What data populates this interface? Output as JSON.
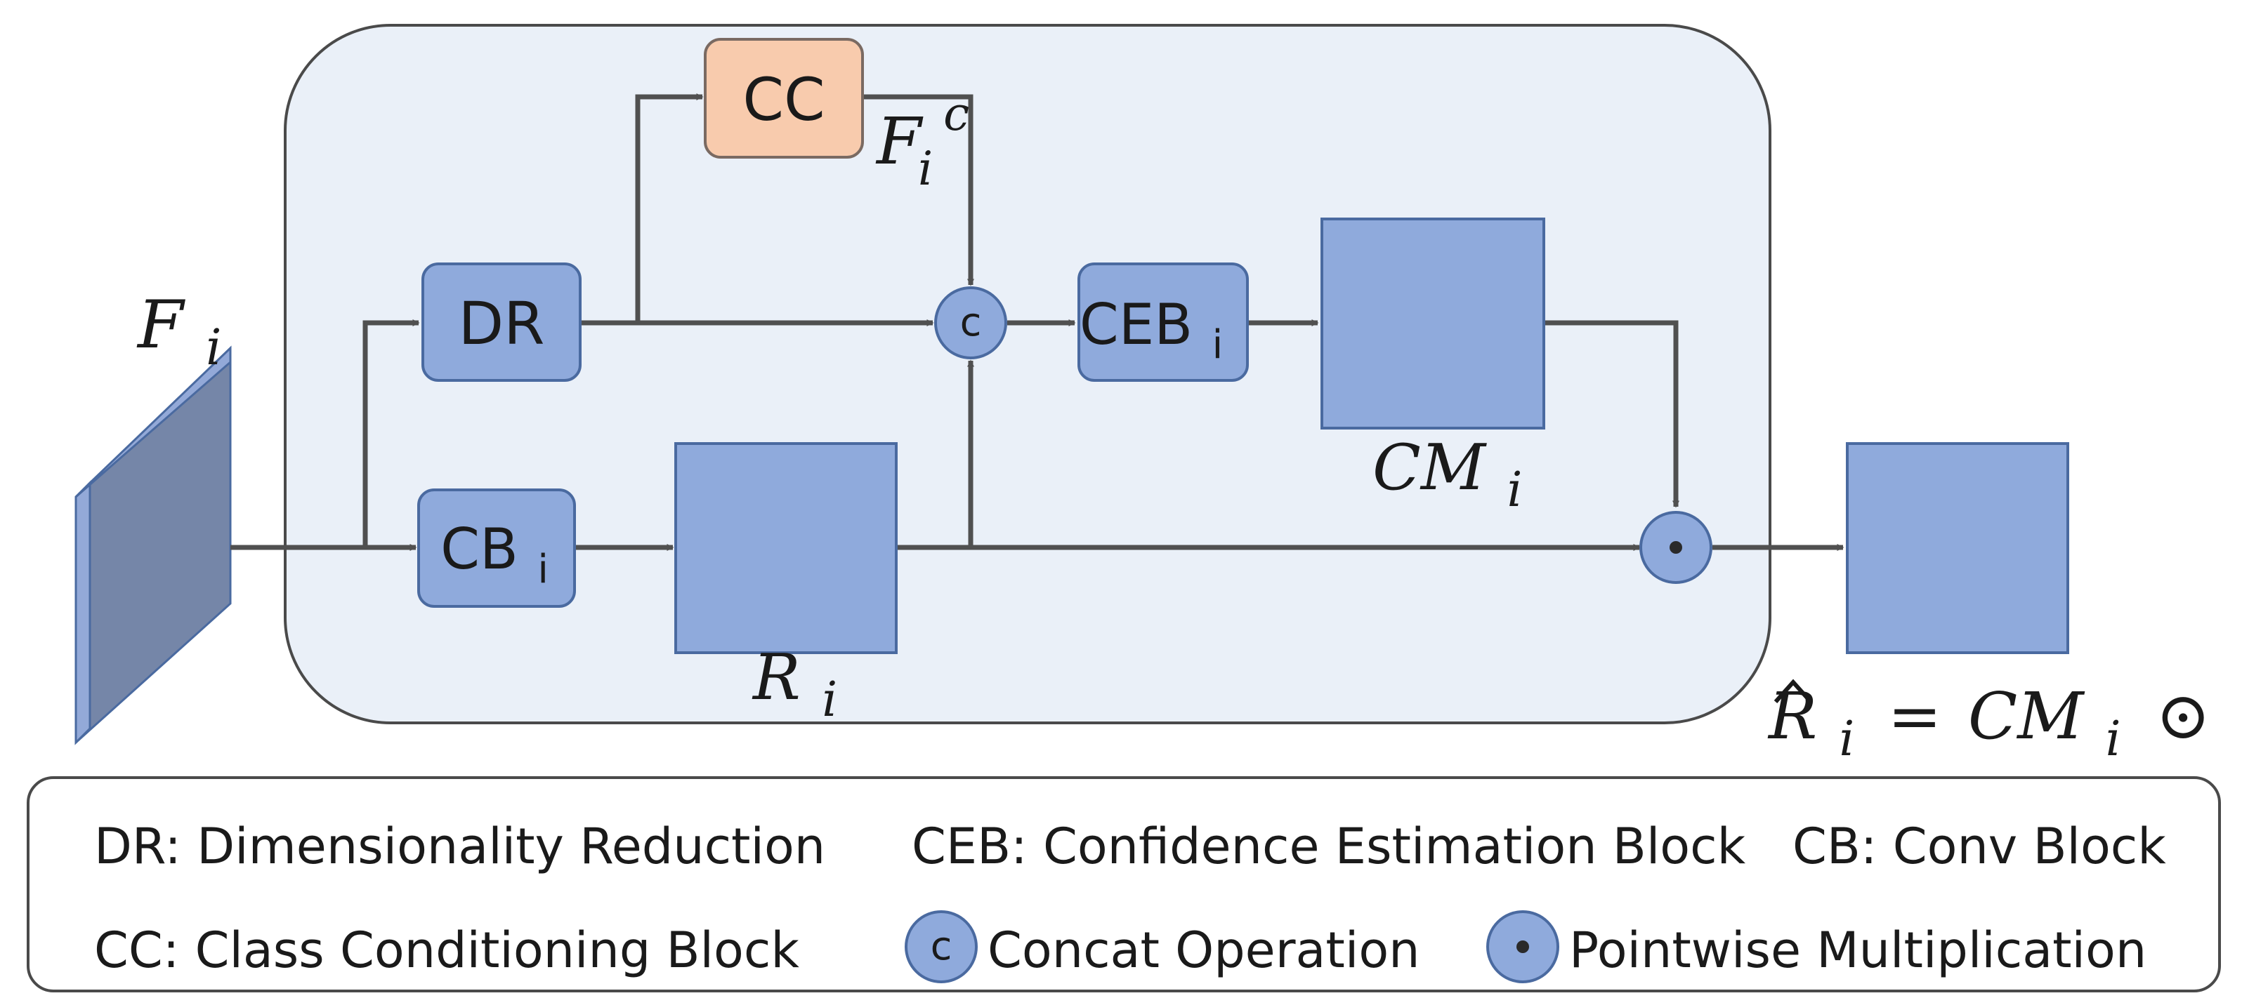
{
  "diagram": {
    "colors": {
      "module_bg": "#eaf0f8",
      "module_stroke": "#4a4a4a",
      "block_fill": "#8faadc",
      "block_stroke": "#4a6aa0",
      "cc_fill": "#f8cbad",
      "cc_stroke": "#7a6a62",
      "arrow": "#505050",
      "feature_front": "#7586a8",
      "feature_side": "#93a9d8"
    },
    "labels": {
      "fi": "F",
      "fi_sub": "i",
      "dr": "DR",
      "cc": "CC",
      "fic": "F",
      "fic_sub": "i",
      "fic_sup": "c",
      "concat": "c",
      "ceb": "CEB",
      "ceb_sub": "i",
      "cb": "CB",
      "cb_sub": "i",
      "ri": "R",
      "ri_sub": "i",
      "cmi": "CM",
      "cmi_sub": "i",
      "output_r": "R",
      "output_r_sub": "i",
      "output_eq": "= ",
      "output_cm": "CM",
      "output_cm_sub": "i",
      "output_odot": "⊙",
      "output_r2": "R",
      "output_r2_sub": "i"
    }
  },
  "legend": {
    "dr": "DR: Dimensionality Reduction",
    "ceb": "CEB: Confidence Estimation Block",
    "cb": "CB: Conv Block",
    "cc": "CC: Class Conditioning Block",
    "concat_symbol": "c",
    "concat": "Concat Operation",
    "pointwise": "Pointwise Multiplication"
  }
}
